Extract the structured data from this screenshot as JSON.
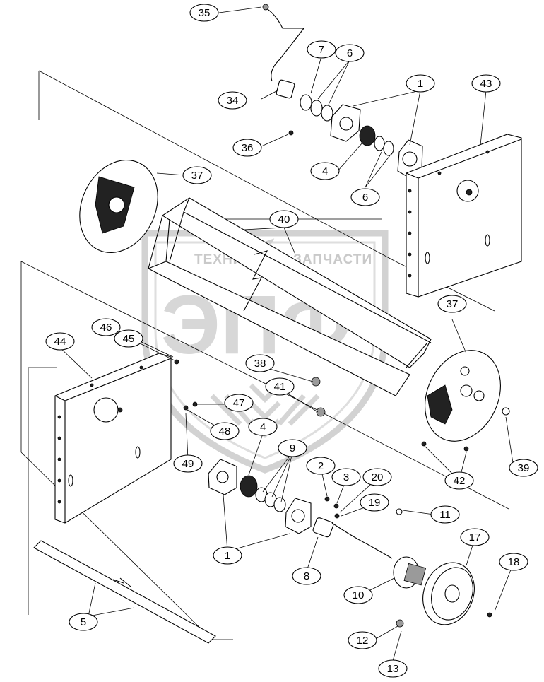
{
  "watermark": {
    "top_text": "ТЕХНИКА",
    "top_text_right": "ЗАПЧАСТИ",
    "big_text": "ЭПФ"
  },
  "callouts": [
    "35",
    "7",
    "6",
    "34",
    "1",
    "43",
    "36",
    "4",
    "6",
    "37",
    "40",
    "37",
    "46",
    "45",
    "44",
    "38",
    "41",
    "47",
    "48",
    "4",
    "9",
    "49",
    "42",
    "39",
    "2",
    "3",
    "20",
    "19",
    "11",
    "1",
    "17",
    "8",
    "18",
    "10",
    "5",
    "12",
    "13"
  ]
}
